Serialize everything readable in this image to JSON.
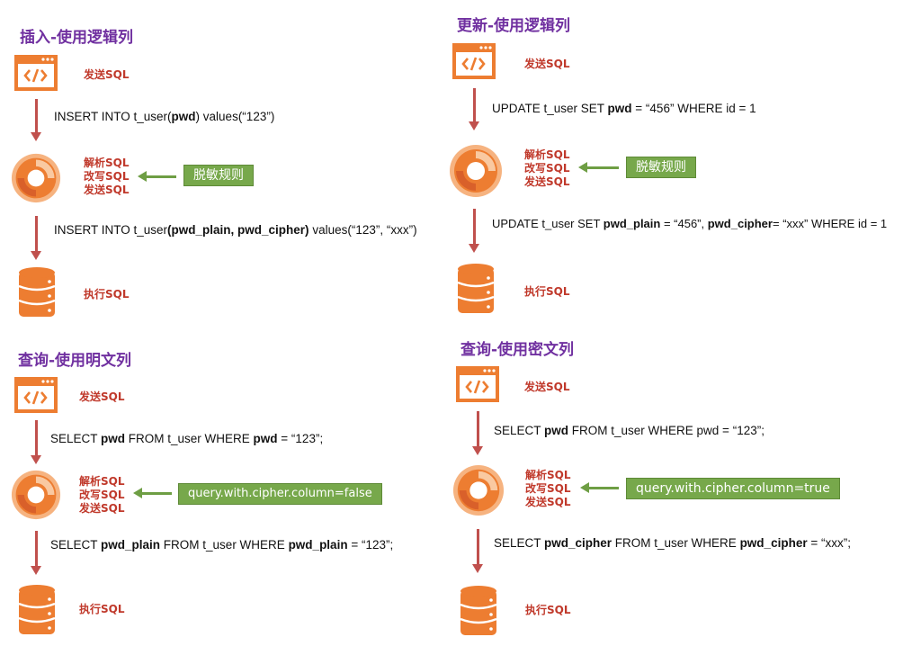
{
  "icons": {
    "send": "code-window-icon",
    "engine": "sharding-logo-icon",
    "db": "database-icon"
  },
  "colors": {
    "title": "#7030A0",
    "label": "#C0392B",
    "arrow": "#C0504D",
    "icon": "#ED7D31",
    "rule_bg": "#77A84B"
  },
  "panels": {
    "insert": {
      "title": "插入-使用逻辑列",
      "send_label": "发送SQL",
      "sql1": {
        "a": "INSERT INTO t_user(",
        "b": "pwd",
        "c": ") values(“123”)"
      },
      "process": [
        "解析SQL",
        "改写SQL",
        "发送SQL"
      ],
      "rule": "脱敏规则",
      "sql2": {
        "a": "INSERT INTO t_user",
        "b": "(pwd_plain, pwd_cipher)",
        "c": " values(“123”, “xxx”)"
      },
      "exec_label": "执行SQL"
    },
    "update": {
      "title": "更新-使用逻辑列",
      "send_label": "发送SQL",
      "sql1": {
        "a": "UPDATE t_user SET ",
        "b": "pwd",
        "c": " = “456” WHERE id = 1"
      },
      "process": [
        "解析SQL",
        "改写SQL",
        "发送SQL"
      ],
      "rule": "脱敏规则",
      "sql2": {
        "a": "UPDATE t_user SET ",
        "b": "pwd_plain",
        "c": " = “456”, ",
        "d": "pwd_cipher",
        "e": "= “xxx”  WHERE id = 1"
      },
      "exec_label": "执行SQL"
    },
    "query_plain": {
      "title": "查询-使用明文列",
      "send_label": "发送SQL",
      "sql1": {
        "a": "SELECT ",
        "b": "pwd",
        "c": " FROM t_user WHERE ",
        "d": "pwd",
        "e": " = “123”;"
      },
      "process": [
        "解析SQL",
        "改写SQL",
        "发送SQL"
      ],
      "rule": "query.with.cipher.column=false",
      "sql2": {
        "a": "SELECT ",
        "b": "pwd_plain",
        "c": " FROM t_user WHERE ",
        "d": "pwd_plain",
        "e": " = “123”;"
      },
      "exec_label": "执行SQL"
    },
    "query_cipher": {
      "title": "查询-使用密文列",
      "send_label": "发送SQL",
      "sql1": {
        "a": "SELECT ",
        "b": "pwd",
        "c": " FROM t_user WHERE pwd = “123”;"
      },
      "process": [
        "解析SQL",
        "改写SQL",
        "发送SQL"
      ],
      "rule": "query.with.cipher.column=true",
      "sql2": {
        "a": "SELECT ",
        "b": "pwd_cipher",
        "c": " FROM t_user WHERE ",
        "d": "pwd_cipher",
        "e": " = “xxx”;"
      },
      "exec_label": "执行SQL"
    }
  }
}
